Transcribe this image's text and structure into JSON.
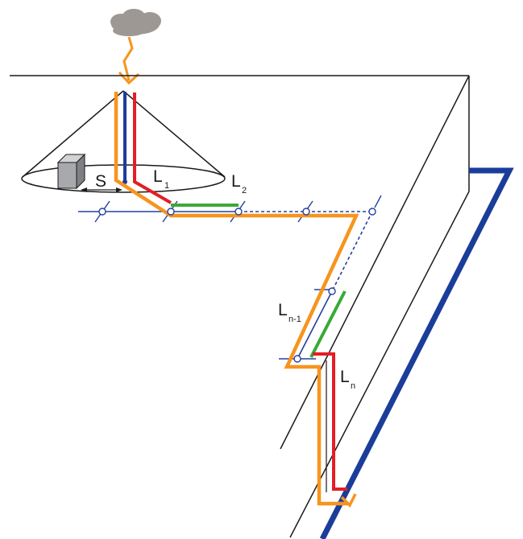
{
  "labels": {
    "S": "S",
    "L": "L",
    "sub_1": "1",
    "sub_2": "2",
    "sub_n1": "n-1",
    "sub_n": "n"
  },
  "colors": {
    "outline": "#1a1a1a",
    "downconductor": "#f7941d",
    "rod_red": "#e31e24",
    "rod_blue": "#1b3d9a",
    "green": "#3aaa35",
    "thin_blue": "#2340a0",
    "cloud": "#9d9894",
    "box_front": "#a7a9ac",
    "box_side": "#7f8083",
    "box_top": "#d1d3d4"
  },
  "icons": {
    "cloud": "cloud-icon",
    "lightning": "lightning-bolt-icon",
    "equipment": "equipment-box-icon"
  }
}
